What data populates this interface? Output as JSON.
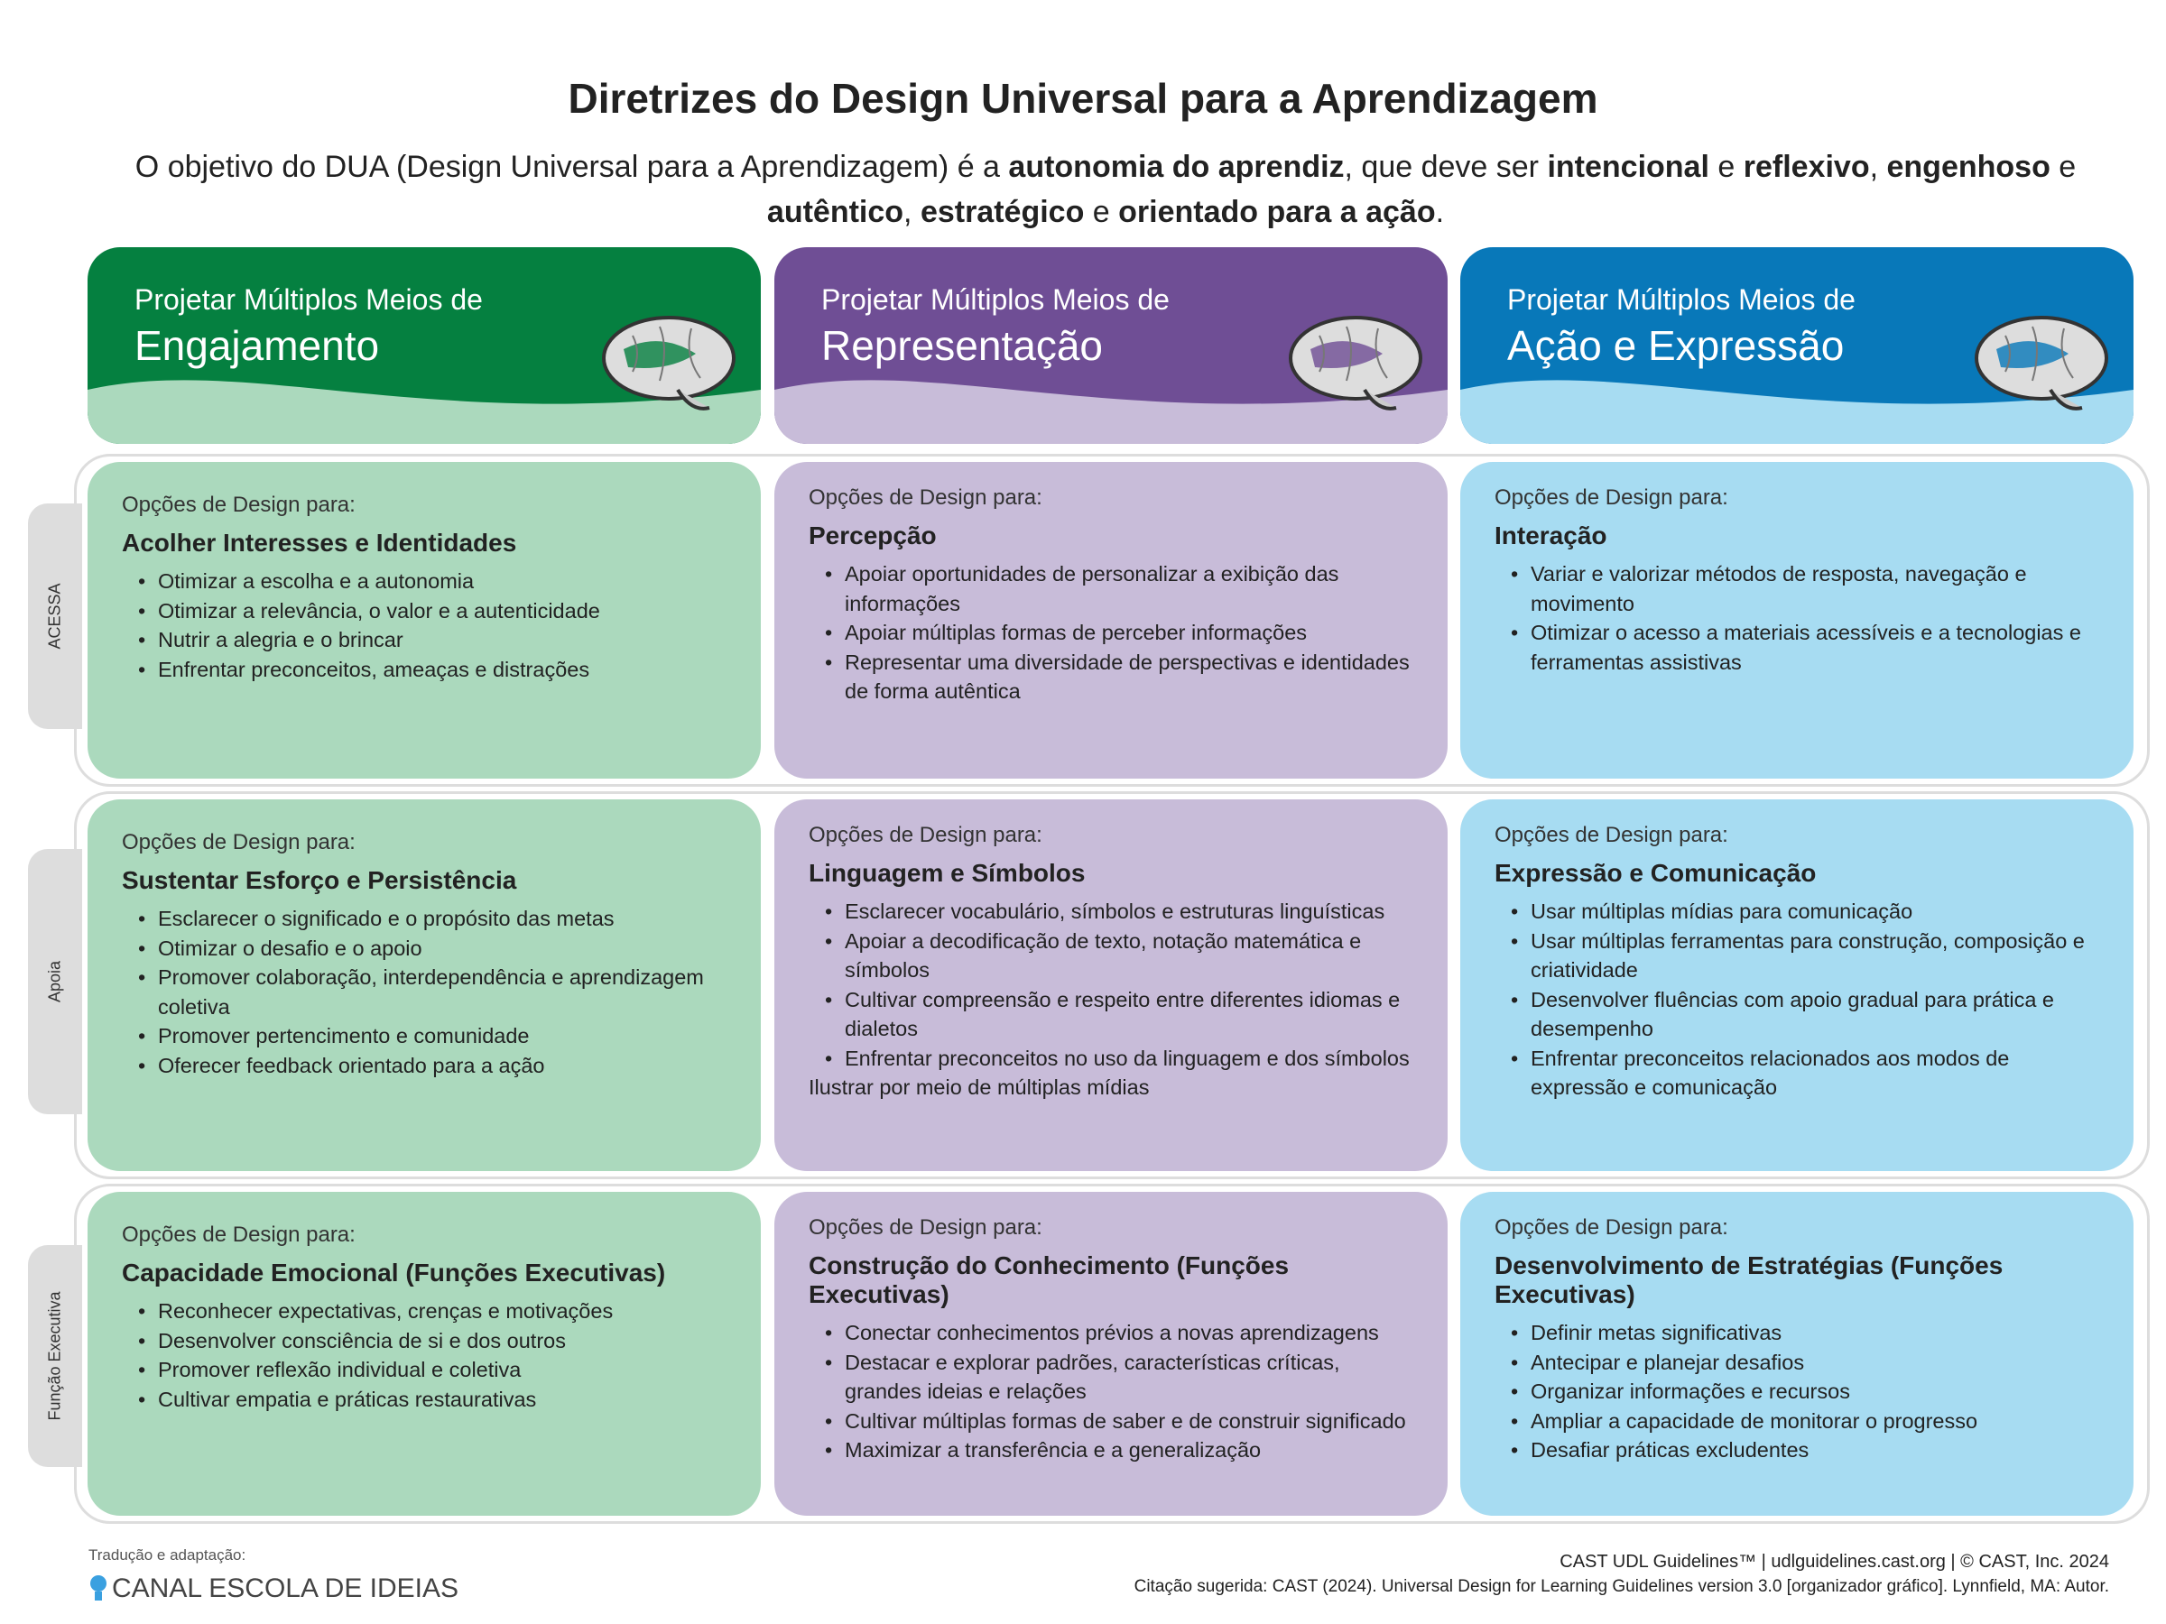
{
  "title": "Diretrizes do Design Universal para a Aprendizagem",
  "subtitle": {
    "p1": "O objetivo do DUA (Design Universal para a Aprendizagem) é a ",
    "b1": "autonomia do aprendiz",
    "p2": ", que deve ser ",
    "b2": "intencional",
    "p3": " e ",
    "b3": "reflexivo",
    "p4": ", ",
    "b4": "engenhoso",
    "p5": " e ",
    "b5": "autêntico",
    "p6": ", ",
    "b6": "estratégico",
    "p7": " e ",
    "b7": "orientado para a ação",
    "p8": "."
  },
  "colors": {
    "green": "#058040",
    "green_light": "#abd9bd",
    "purple": "#6f4e95",
    "purple_light": "#c8bcd9",
    "blue": "#0878b9",
    "blue_light": "#a7dcf2"
  },
  "columns": [
    {
      "pre": "Projetar Múltiplos Meios de",
      "main": "Engajamento",
      "icon": "brain-icon"
    },
    {
      "pre": "Projetar Múltiplos Meios de",
      "main": "Representação",
      "icon": "brain-icon"
    },
    {
      "pre": "Projetar Múltiplos Meios de",
      "main": "Ação e Expressão",
      "icon": "brain-icon"
    }
  ],
  "rows": [
    {
      "label": "ACESSA",
      "cards": [
        {
          "od": "Opções de Design para:",
          "h": "Acolher Interesses e Identidades",
          "items": [
            "Otimizar a escolha e a autonomia",
            "Otimizar a relevância, o valor e a autenticidade",
            "Nutrir a alegria e o brincar",
            "Enfrentar preconceitos, ameaças e distrações"
          ]
        },
        {
          "od": "Opções de Design para:",
          "h": "Percepção",
          "items": [
            "Apoiar oportunidades de personalizar a exibição das informações",
            "Apoiar múltiplas formas de perceber informações",
            "Representar uma diversidade de perspectivas e identidades de forma autêntica"
          ]
        },
        {
          "od": "Opções de Design para:",
          "h": "Interação",
          "items": [
            "Variar e valorizar métodos de resposta, navegação e movimento",
            "Otimizar o acesso a materiais acessíveis e a tecnologias e ferramentas assistivas"
          ]
        }
      ]
    },
    {
      "label": "Apoia",
      "cards": [
        {
          "od": "Opções de Design para:",
          "h": "Sustentar Esforço e Persistência",
          "items": [
            "Esclarecer o significado e o propósito das metas",
            "Otimizar o desafio e o apoio",
            "Promover colaboração, interdependência e aprendizagem coletiva",
            "Promover pertencimento e comunidade",
            "Oferecer feedback orientado para a ação"
          ]
        },
        {
          "od": "Opções de Design para:",
          "h": "Linguagem e Símbolos",
          "items": [
            "Esclarecer vocabulário, símbolos e estruturas linguísticas",
            "Apoiar a decodificação de texto, notação matemática e símbolos",
            "Cultivar compreensão e respeito entre diferentes idiomas e dialetos",
            "Enfrentar preconceitos no uso da linguagem e dos símbolos"
          ],
          "extra": "Ilustrar por meio de múltiplas mídias"
        },
        {
          "od": "Opções de Design para:",
          "h": "Expressão e Comunicação",
          "items": [
            "Usar múltiplas mídias para comunicação",
            "Usar múltiplas ferramentas para construção, composição e criatividade",
            "Desenvolver fluências com apoio gradual para prática e desempenho",
            "Enfrentar preconceitos relacionados aos modos de expressão e comunicação"
          ]
        }
      ]
    },
    {
      "label": "Função Executiva",
      "cards": [
        {
          "od": "Opções de Design para:",
          "h": "Capacidade Emocional (Funções Executivas)",
          "items": [
            "Reconhecer expectativas, crenças e motivações",
            "Desenvolver consciência de si e dos outros",
            "Promover reflexão individual e coletiva",
            "Cultivar empatia e práticas restaurativas"
          ]
        },
        {
          "od": "Opções de Design para:",
          "h": "Construção do Conhecimento (Funções Executivas)",
          "items": [
            "Conectar conhecimentos prévios a novas aprendizagens",
            "Destacar e explorar padrões, características críticas, grandes ideias e relações",
            "Cultivar múltiplas formas de saber e de construir significado",
            "Maximizar a transferência e a generalização"
          ]
        },
        {
          "od": "Opções de Design para:",
          "h": "Desenvolvimento de Estratégias (Funções Executivas)",
          "items": [
            "Definir metas significativas",
            "Antecipar e planejar desafios",
            "Organizar informações e recursos",
            "Ampliar a capacidade de monitorar o progresso",
            "Desafiar práticas excludentes"
          ]
        }
      ]
    }
  ],
  "footer": {
    "translation": "Tradução e adaptação:",
    "logo": "CANAL ESCOLA DE IDEIAS",
    "credit": "CAST UDL Guidelines™ | udlguidelines.cast.org | © CAST, Inc. 2024",
    "citation": "Citação sugerida: CAST (2024). Universal Design for Learning Guidelines version 3.0 [organizador gráfico]. Lynnfield, MA: Autor."
  }
}
